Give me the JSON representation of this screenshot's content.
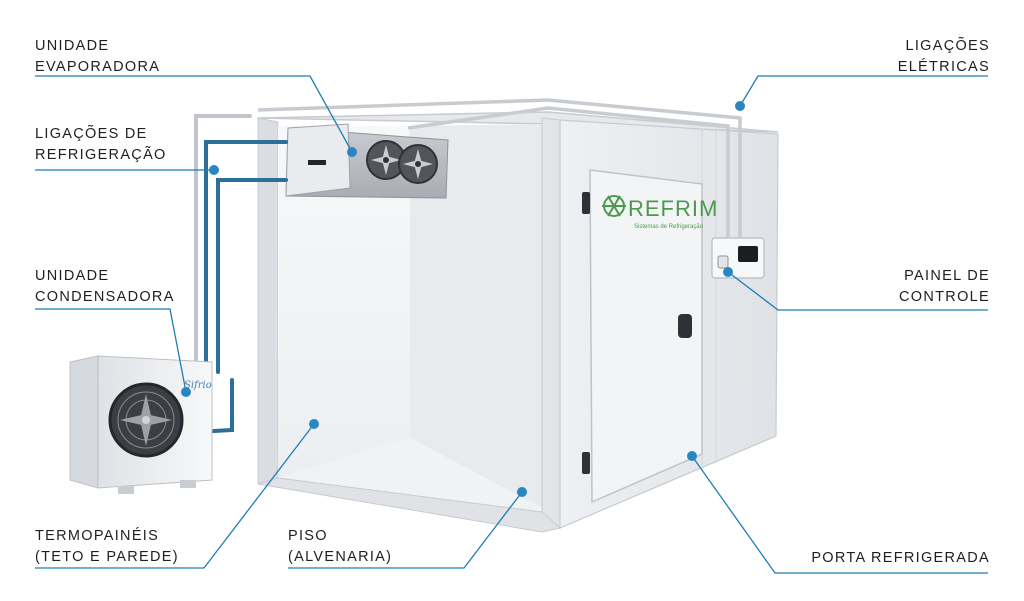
{
  "labels": {
    "evaporator": [
      "UNIDADE",
      "EVAPORADORA"
    ],
    "refrigeration_lines": [
      "LIGAÇÕES DE",
      "REFRIGERAÇÃO"
    ],
    "condenser": [
      "UNIDADE",
      "CONDENSADORA"
    ],
    "panels": [
      "TERMOPAINÉIS",
      "(TETO E PAREDE)"
    ],
    "floor": [
      "PISO",
      "(ALVENARIA)"
    ],
    "electrical": [
      "LIGAÇÕES",
      "ELÉTRICAS"
    ],
    "control_panel": [
      "PAINEL DE",
      "CONTROLE"
    ],
    "door": [
      "PORTA REFRIGERADA"
    ]
  },
  "brand": {
    "name": "REFRIM",
    "tagline": "Sistemas de Refrigeração"
  },
  "condenser_brand": "Sifrio",
  "colors": {
    "callout": "#1f7db3",
    "dot": "#2a86c2",
    "panel_light": "#f2f3f5",
    "panel_mid": "#e4e6ea",
    "brand_green": "#4d9a4e"
  },
  "icons": [
    "snowflake-logo-icon",
    "fan-icon"
  ]
}
